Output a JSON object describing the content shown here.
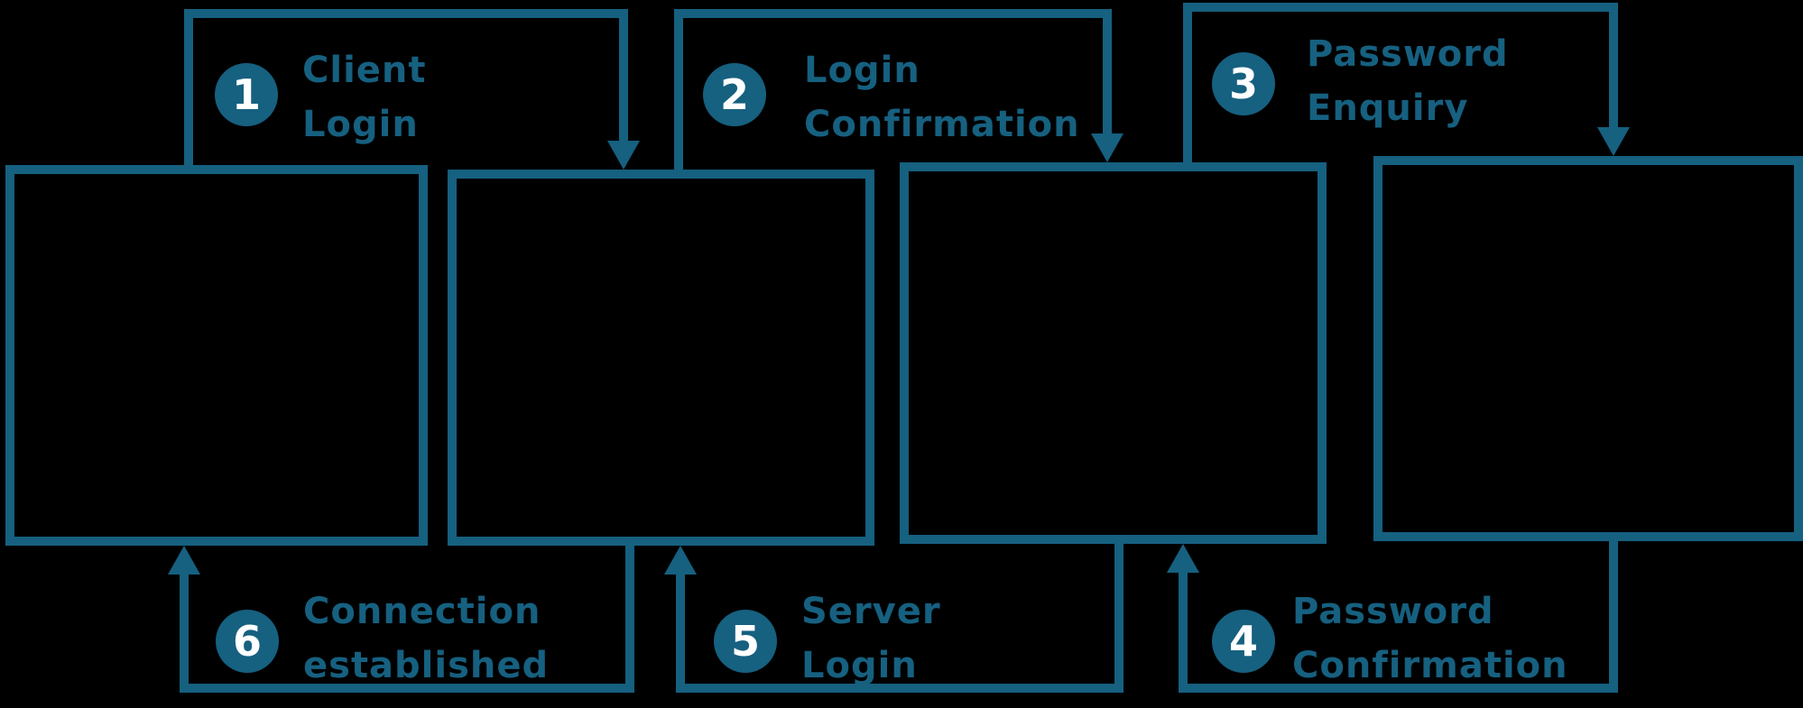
{
  "colors": {
    "accent": "#166080",
    "circle_number_text": "#ffffff",
    "background": "#000000"
  },
  "steps": [
    {
      "number": "1",
      "line1": "Client",
      "line2": "Login"
    },
    {
      "number": "2",
      "line1": "Login",
      "line2": "Confirmation"
    },
    {
      "number": "3",
      "line1": "Password",
      "line2": "Enquiry"
    },
    {
      "number": "4",
      "line1": "Password",
      "line2": "Confirmation"
    },
    {
      "number": "5",
      "line1": "Server",
      "line2": "Login"
    },
    {
      "number": "6",
      "line1": "Connection",
      "line2": "established"
    }
  ]
}
